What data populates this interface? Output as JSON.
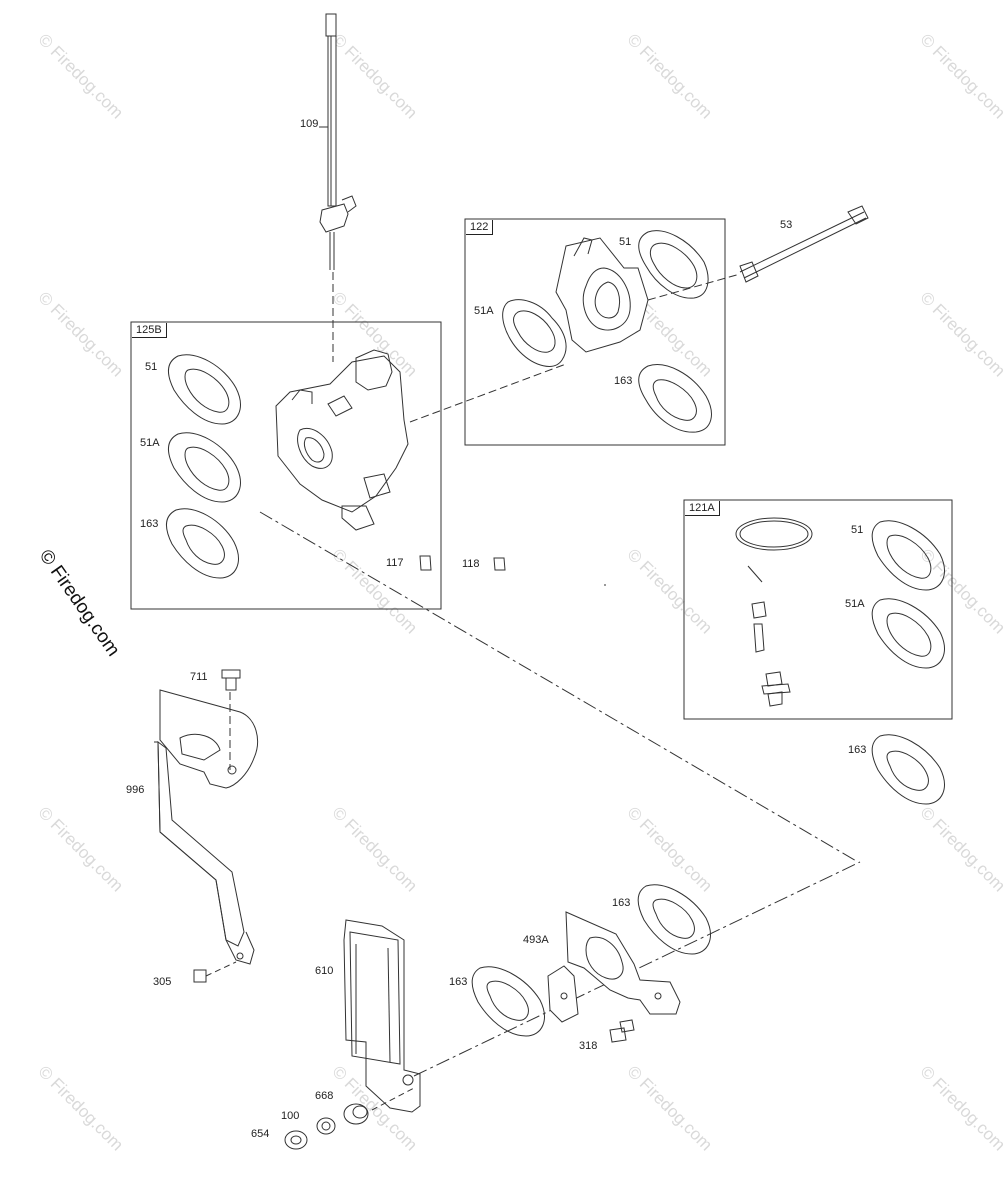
{
  "watermark": {
    "text": "© Firedog.com",
    "main_text": "© Firedog.com"
  },
  "boxes": {
    "box_125b": "125B",
    "box_122": "122",
    "box_121a": "121A"
  },
  "part_labels": {
    "p109": "109",
    "p53": "53",
    "p122_51": "51",
    "p122_51a": "51A",
    "p122_163": "163",
    "p125b_51": "51",
    "p125b_51a": "51A",
    "p125b_163": "163",
    "p117": "117",
    "p118": "118",
    "p121a_51": "51",
    "p121a_51a": "51A",
    "p163_loose": "163",
    "p711": "711",
    "p996": "996",
    "p305": "305",
    "p610": "610",
    "p493a": "493A",
    "p163_right": "163",
    "p163_left": "163",
    "p318": "318",
    "p668": "668",
    "p100": "100",
    "p654": "654"
  }
}
